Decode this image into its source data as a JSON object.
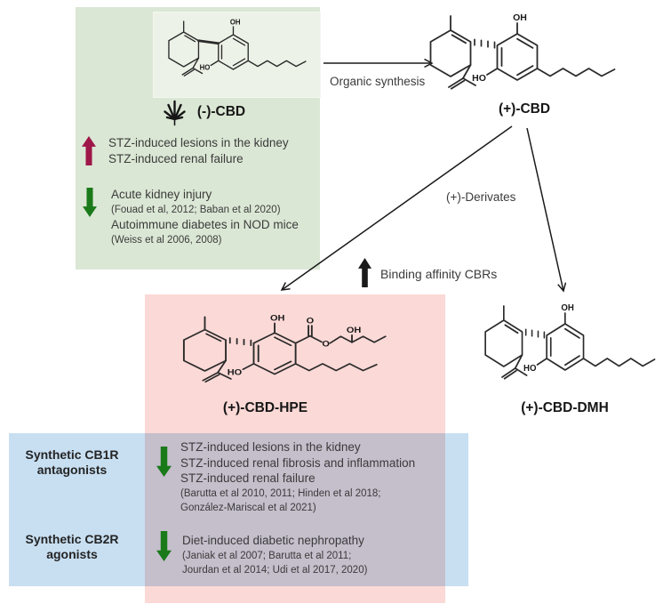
{
  "colors": {
    "green_panel_bg": "#dbe7d5",
    "green_panel_inner_bg": "#ecf2e7",
    "pink_panel_bg": "#fbd9d6",
    "blue_panel_bg": "#c8dff2",
    "overlap_purple": "#c9b4c9",
    "up_arrow_red": "#9e1748",
    "down_arrow_green": "#1a7a1a",
    "arrow_black": "#1a1a1a",
    "text": "#3b3b3b"
  },
  "atoms": {
    "oh": "OH",
    "ho": "HO",
    "o": "O"
  },
  "green_panel": {
    "leaf_icon": "cannabis-leaf",
    "label": "(-)-CBD",
    "up_effects": [
      "STZ-induced lesions in the kidney",
      "STZ-induced renal failure"
    ],
    "down_items": [
      {
        "text": "Acute kidney injury",
        "cite": "(Fouad et al, 2012; Baban et al 2020)"
      },
      {
        "text": "Autoimmune diabetes in NOD mice",
        "cite": "(Weiss et al 2006, 2008)"
      }
    ]
  },
  "plus_cbd": {
    "label": "(+)-CBD"
  },
  "hpe": {
    "label": "(+)-CBD-HPE"
  },
  "dmh": {
    "label": "(+)-CBD-DMH"
  },
  "arrows": {
    "organic_synthesis": "Organic synthesis",
    "derivates": "(+)-Derivates",
    "binding_affinity": "Binding affinity CBRs"
  },
  "blue_panel": {
    "rows": [
      {
        "label_line1": "Synthetic CB1R",
        "label_line2": "antagonists",
        "effects": [
          "STZ-induced lesions in the kidney",
          "STZ-induced renal fibrosis and inflammation",
          "STZ-induced renal failure"
        ],
        "cites": [
          "(Barutta et al 2010, 2011; Hinden et al 2018;",
          "González-Mariscal et al 2021)"
        ]
      },
      {
        "label_line1": "Synthetic CB2R",
        "label_line2": "agonists",
        "effects": [
          "Diet-induced diabetic nephropathy"
        ],
        "cites": [
          "(Janiak et al 2007; Barutta et al 2011;",
          "Jourdan et al 2014; Udi et al 2017, 2020)"
        ]
      }
    ]
  }
}
